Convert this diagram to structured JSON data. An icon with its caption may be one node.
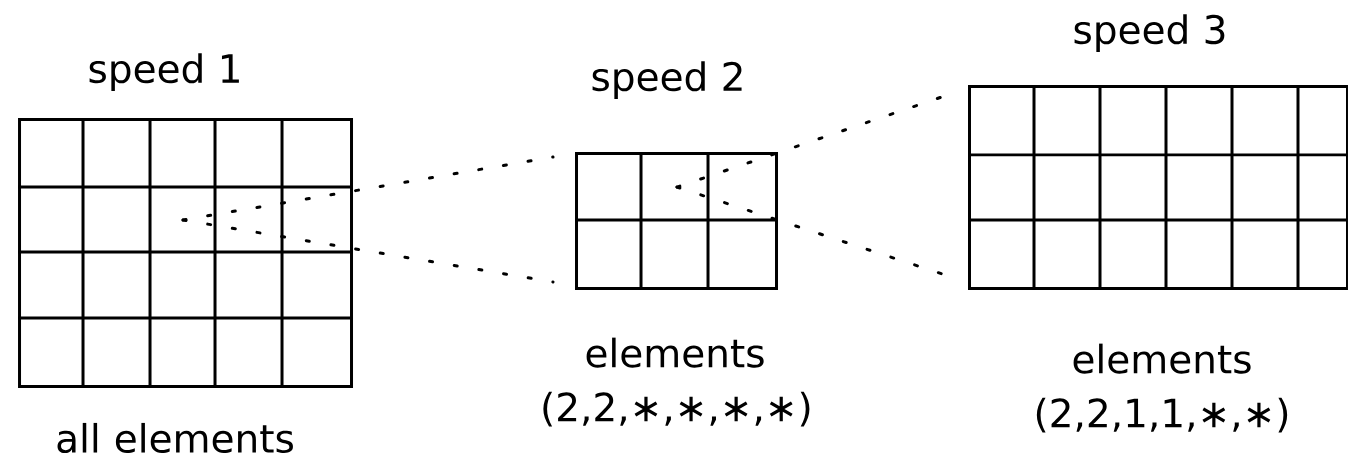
{
  "diagram": {
    "nodes": [
      {
        "text": [
          "speed 1"
        ],
        "beside": [
          "all elements"
        ]
      },
      {
        "text": [
          "speed 2"
        ],
        "beside": [
          "elements (2,2,∗,∗,∗,∗)"
        ]
      },
      {
        "text": [
          "speed 3"
        ],
        "beside": [
          "elements (2,2,1,1,∗,∗)"
        ]
      }
    ],
    "edges": [
      {
        "from": 0,
        "to": 1,
        "arrow": "none",
        "style": "dashed"
      },
      {
        "from": 0,
        "to": 1,
        "arrow": "none",
        "style": "dashed"
      },
      {
        "from": 1,
        "to": 2,
        "arrow": "none",
        "style": "dashed"
      },
      {
        "from": 1,
        "to": 2,
        "arrow": "none",
        "style": "dashed"
      }
    ]
  }
}
